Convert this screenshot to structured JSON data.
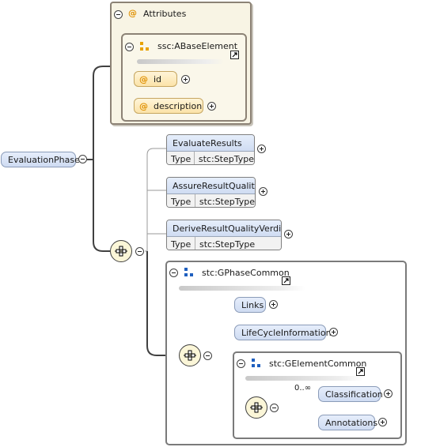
{
  "attributes": {
    "title": "Attributes",
    "base_ref": "ssc:ABaseElement",
    "items": [
      "id",
      "description"
    ]
  },
  "root": {
    "label": "EvaluationPhase"
  },
  "type_label": "Type",
  "elements": [
    {
      "name": "EvaluateResults",
      "type": "stc:StepType"
    },
    {
      "name": "AssureResultQuality",
      "type": "stc:StepType"
    },
    {
      "name": "DeriveResultQualityVerdict",
      "type": "stc:StepType"
    }
  ],
  "phase_common": {
    "title": "stc:GPhaseCommon",
    "items": [
      "Links",
      "LifeCycleInformation"
    ]
  },
  "element_common": {
    "title": "stc:GElementCommon",
    "cardinality": "0..∞",
    "items": [
      "Classification",
      "Annotations"
    ]
  },
  "colors": {
    "element_fill": "#d8e3f6",
    "attribute_fill": "#fbe8b6",
    "sequence_fill": "#fbf6d8",
    "connector": "#404040"
  },
  "icons": [
    "collapse-icon",
    "expand-icon",
    "attribute-at-icon",
    "attribute-group-icon",
    "group-icon",
    "sequence-compositor-icon",
    "reference-link-icon"
  ]
}
